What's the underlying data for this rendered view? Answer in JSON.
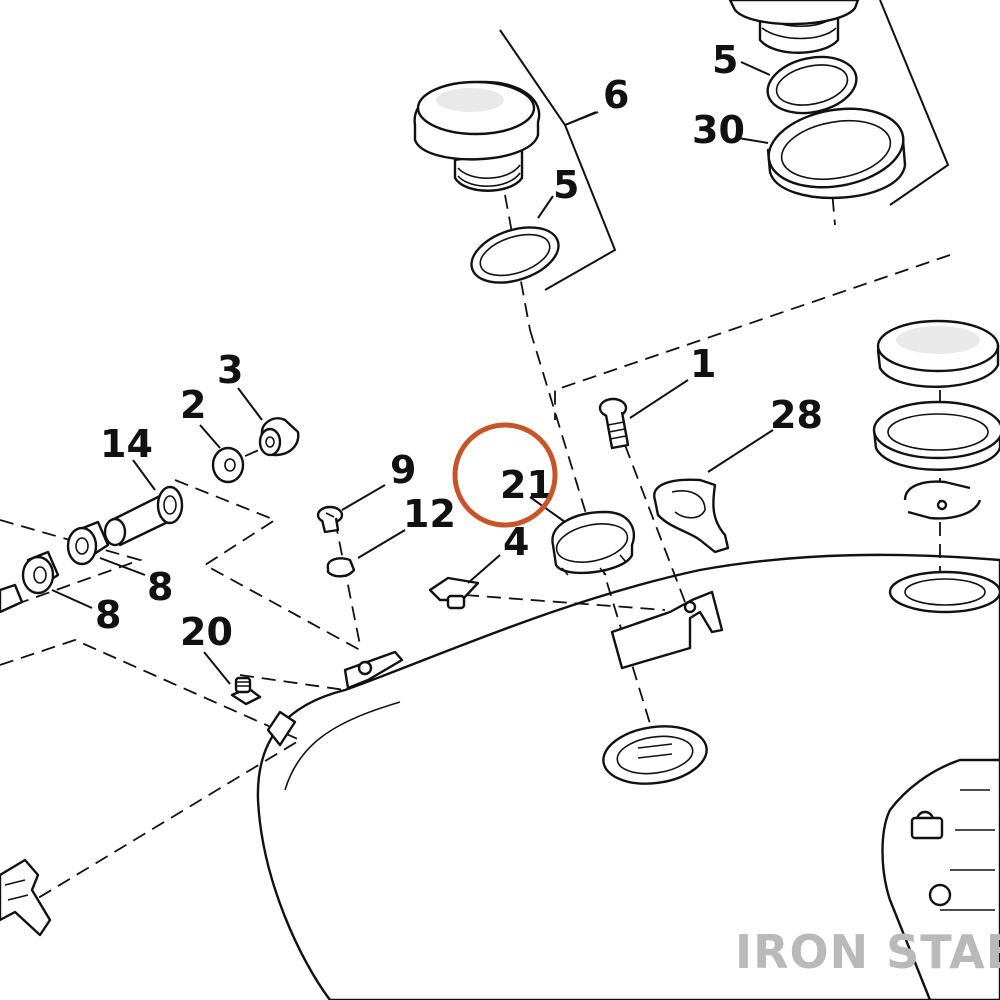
{
  "labels": [
    {
      "text": "6"
    },
    {
      "text": "5"
    },
    {
      "text": "30"
    },
    {
      "text": "5"
    },
    {
      "text": "1"
    },
    {
      "text": "28"
    },
    {
      "text": "3"
    },
    {
      "text": "2"
    },
    {
      "text": "14"
    },
    {
      "text": "9"
    },
    {
      "text": "12"
    },
    {
      "text": "21"
    },
    {
      "text": "4"
    },
    {
      "text": "8"
    },
    {
      "text": "8"
    },
    {
      "text": "20"
    }
  ],
  "highlight": {
    "label": "21",
    "color": "#c8552a"
  },
  "watermark": "IRON STABLE"
}
